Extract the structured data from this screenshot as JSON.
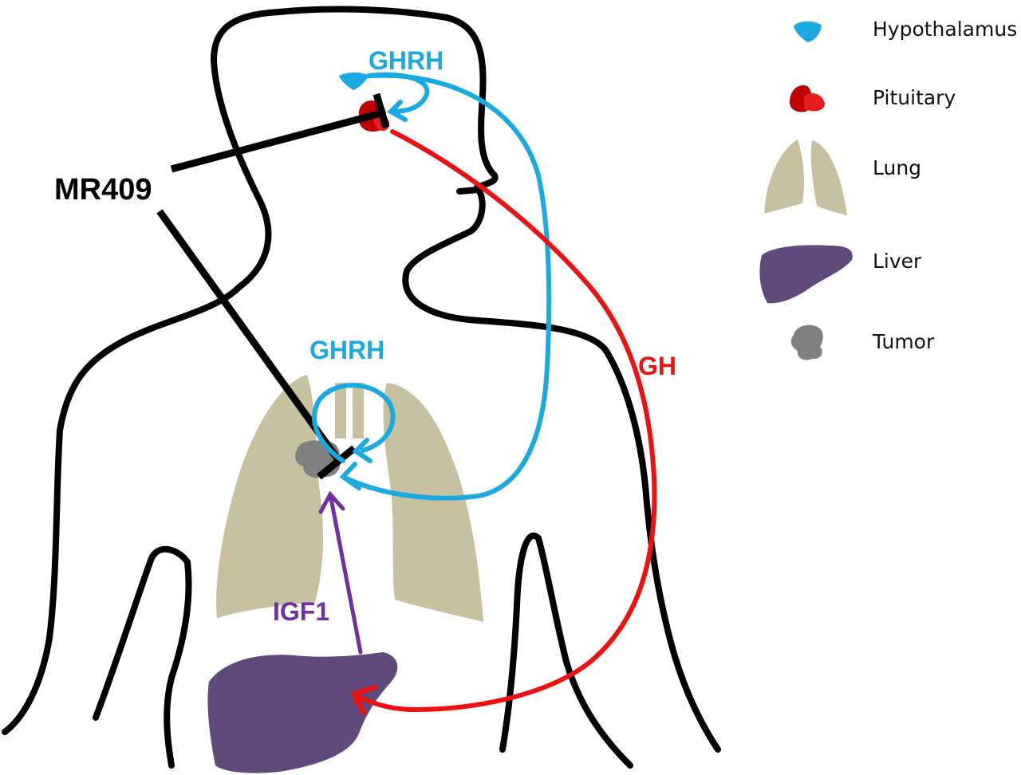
{
  "colors": {
    "outline": "#000000",
    "hypothalamus": "#1aa9e1",
    "pituitary_dark": "#c00000",
    "pituitary_light": "#e81c1c",
    "lung": "#c8c19f",
    "liver": "#604a7b",
    "tumor": "#808080",
    "ghrh": "#1aa9e1",
    "gh": "#ee1111",
    "igf1": "#7030a0"
  },
  "labels": {
    "drug": "MR409",
    "ghrh_top": "GHRH",
    "ghrh_lung": "GHRH",
    "gh": "GH",
    "igf1": "IGF1"
  },
  "legend": [
    {
      "icon": "hypothalamus-icon",
      "label": "Hypothalamus"
    },
    {
      "icon": "pituitary-icon",
      "label": "Pituitary"
    },
    {
      "icon": "lung-icon",
      "label": "Lung"
    },
    {
      "icon": "liver-icon",
      "label": "Liver"
    },
    {
      "icon": "tumor-icon",
      "label": "Tumor"
    }
  ]
}
